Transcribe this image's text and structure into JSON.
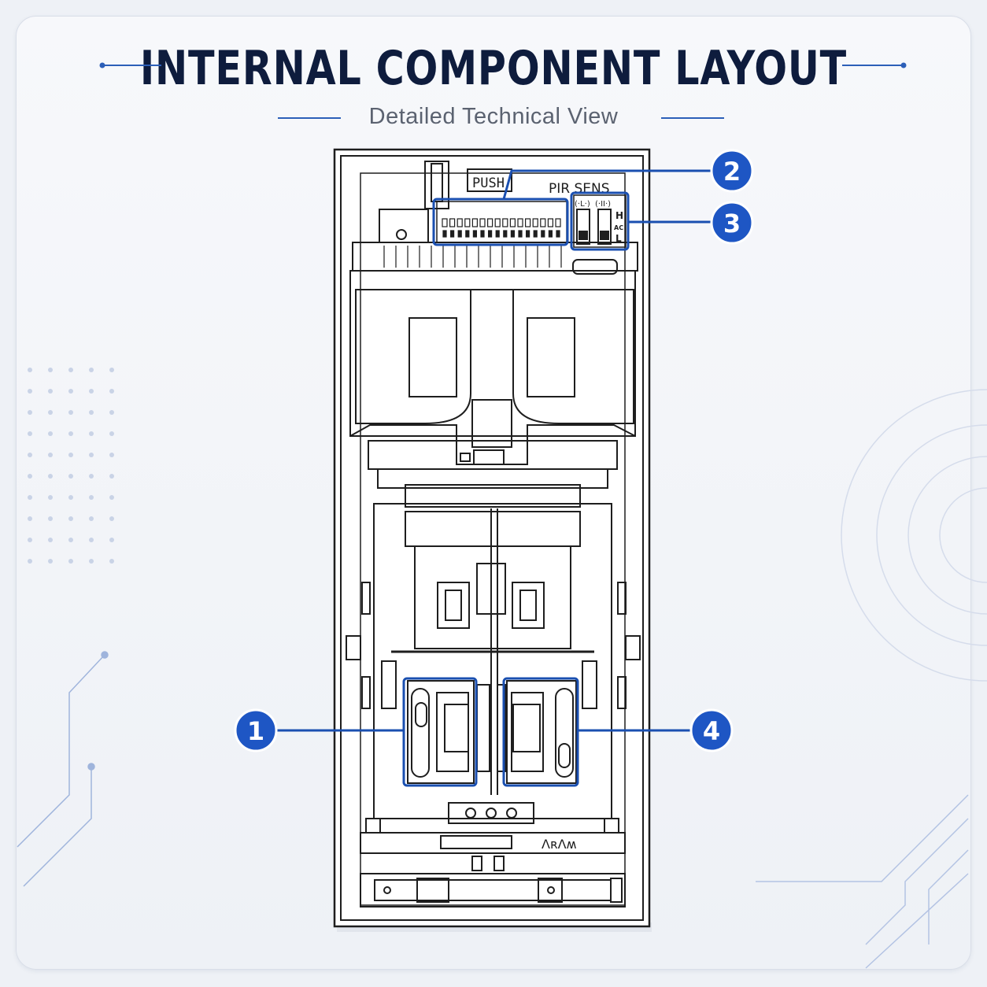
{
  "header": {
    "title": "INTERNAL COMPONENT LAYOUT",
    "subtitle": "Detailed Technical View"
  },
  "device_labels": {
    "push": "PUSH",
    "pir_sens": "PIR SENS",
    "pot_left": "(·L·)",
    "pot_right": "(·II·)",
    "high": "H",
    "mid": "AC",
    "low": "L",
    "brand": "ΛʀΛʍ"
  },
  "callouts": [
    {
      "number": "1"
    },
    {
      "number": "2"
    },
    {
      "number": "3"
    },
    {
      "number": "4"
    }
  ],
  "colors": {
    "accent": "#1a4fb0",
    "badge": "#1e56c4",
    "title": "#0e1c3d",
    "line_art": "#1e1e1e"
  }
}
